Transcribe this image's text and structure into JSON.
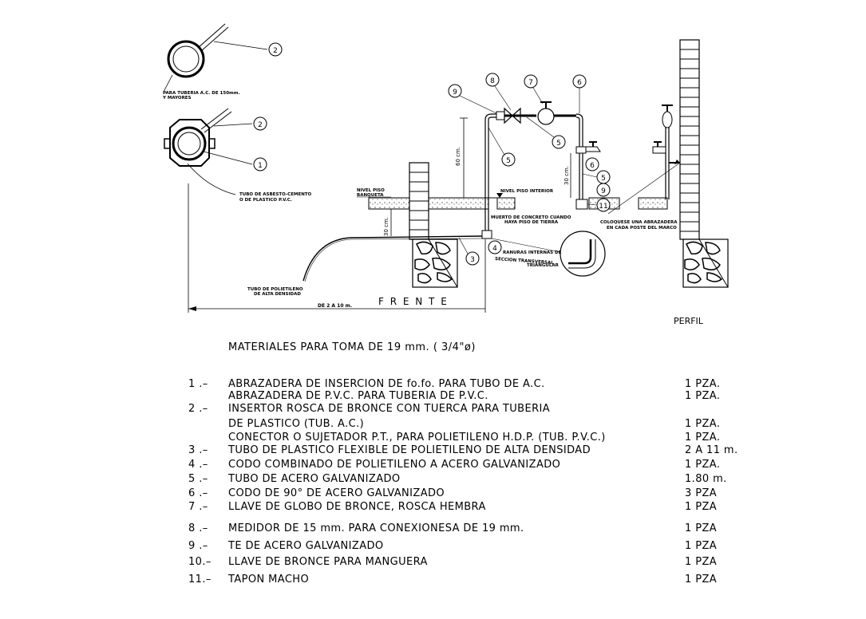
{
  "drawing": {
    "note_pipe_ac": "PARA TUBERIA A.C. DE 150mm.",
    "note_pipe_ac_2": "Y MAYORES",
    "note_asbestos": "TUBO DE ASBESTO-CEMENTO",
    "note_asbestos_2": "O DE PLASTICO P.V.C.",
    "nivel_piso": "NIVEL PISO",
    "banqueta": "BANQUETA",
    "nivel_piso_interior": "NIVEL PISO INTERIOR",
    "dim_60": "60 cm.",
    "dim_30_left": "30 cm.",
    "dim_30_right": "30 cm.",
    "muerto": "MUERTO DE CONCRETO CUANDO",
    "muerto_2": "HAYA PISO DE TIERRA",
    "abrazadera_note": "COLOQUESE UNA ABRAZADERA",
    "abrazadera_note_2": "EN CADA POSTE DEL MARCO",
    "ranuras": "RANURAS INTERNAS DE",
    "ranuras_2": "SECCION TRANSVERSAL",
    "ranuras_3": "TRIANGULAR",
    "tubo_poli": "TUBO DE POLIETILENO",
    "tubo_poli_2": "DE ALTA DENSIDAD",
    "de_2_a_10": "DE 2 A 10 m.",
    "frente": "F R E N T E",
    "perfil": "PERFIL",
    "callouts": [
      "1",
      "2",
      "3",
      "4",
      "5",
      "6",
      "7",
      "8",
      "9",
      "11"
    ]
  },
  "materials": {
    "title": "MATERIALES PARA TOMA DE 19 mm. ( 3/4\"ø)",
    "rows": [
      {
        "num": "1 .–",
        "desc": "ABRAZADERA DE INSERCION DE fo.fo. PARA TUBO DE A.C.",
        "qty": "1 PZA."
      },
      {
        "num": "",
        "desc": "ABRAZADERA DE P.V.C. PARA TUBERIA DE P.V.C.",
        "qty": "1 PZA."
      },
      {
        "num": "2 .–",
        "desc": "INSERTOR ROSCA DE BRONCE CON TUERCA PARA TUBERIA",
        "qty": ""
      },
      {
        "num": "",
        "desc": "DE PLASTICO (TUB. A.C.)",
        "qty": "1 PZA."
      },
      {
        "num": "",
        "desc": " CONECTOR O SUJETADOR P.T., PARA POLIETILENO H.D.P. (TUB. P.V.C.)",
        "qty": "1 PZA."
      },
      {
        "num": "3 .–",
        "desc": "TUBO DE PLASTICO FLEXIBLE DE POLIETILENO DE ALTA DENSIDAD",
        "qty": "2 A 11 m."
      },
      {
        "num": "4 .–",
        "desc": "CODO COMBINADO DE POLIETILENO A ACERO GALVANIZADO",
        "qty": "1 PZA."
      },
      {
        "num": "5 .–",
        "desc": "TUBO DE ACERO GALVANIZADO",
        "qty": "1.80 m."
      },
      {
        "num": "6 .–",
        "desc": "CODO DE 90° DE ACERO GALVANIZADO",
        "qty": "3 PZA"
      },
      {
        "num": "7 .–",
        "desc": "LLAVE DE GLOBO DE BRONCE, ROSCA HEMBRA",
        "qty": "1 PZA"
      },
      {
        "num": "8 .–",
        "desc": "MEDIDOR DE 15 mm. PARA CONEXIONESA DE 19 mm.",
        "qty": "1 PZA"
      },
      {
        "num": "9 .–",
        "desc": "TE DE ACERO GALVANIZADO",
        "qty": "1 PZA"
      },
      {
        "num": "10.–",
        "desc": "LLAVE DE BRONCE PARA MANGUERA",
        "qty": "1 PZA"
      },
      {
        "num": "11.–",
        "desc": "TAPON MACHO",
        "qty": "1 PZA"
      }
    ]
  }
}
